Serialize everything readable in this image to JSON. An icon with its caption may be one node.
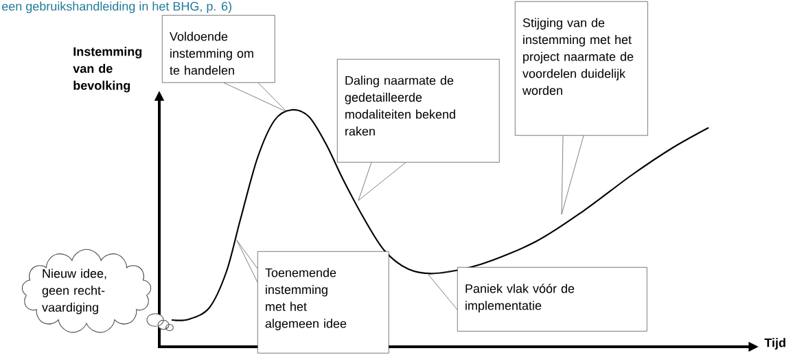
{
  "diagram": {
    "nodes": [
      {
        "text": [
          "Nieuw idee, geen recht- vaardiging"
        ]
      },
      {
        "text": [
          "Voldoende instemming om te handelen"
        ]
      },
      {
        "text": [
          "Daling naarmate de gedetailleerde modaliteiten bekend raken"
        ]
      },
      {
        "text": [
          "Stijging van de instemming met het project naarmate de voordelen duidelijk worden"
        ]
      },
      {
        "text": [
          "Toenemende instemming met het algemeen idee"
        ]
      },
      {
        "text": [
          "Paniek vlak vóór de implementatie"
        ]
      }
    ],
    "edges": [
      {
        "from": 1,
        "to": null,
        "arrow": "none"
      },
      {
        "from": 2,
        "to": null,
        "arrow": "none"
      },
      {
        "from": 3,
        "to": null,
        "arrow": "none"
      },
      {
        "from": 4,
        "to": null,
        "arrow": "none"
      },
      {
        "from": 5,
        "to": null,
        "arrow": "none"
      }
    ],
    "labels": [
      "een gebruikshandleiding in het BHG, p. 6)",
      "Instemming van de bevolking",
      "Tijd"
    ]
  }
}
